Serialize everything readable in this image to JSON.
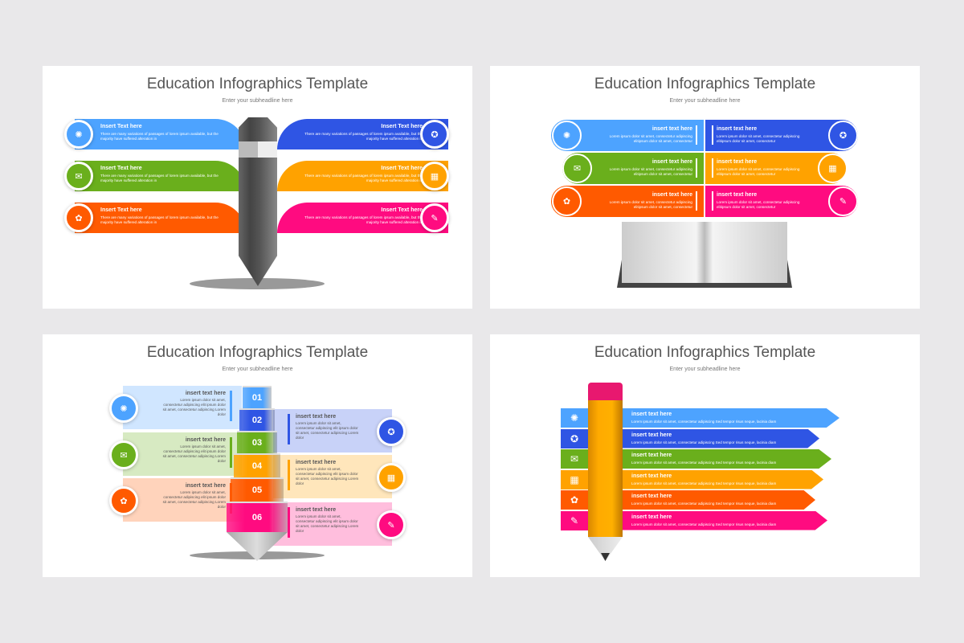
{
  "colors": {
    "light_blue": "#4da3ff",
    "blue": "#2f55e4",
    "green": "#6aaf1c",
    "amber": "#ffa200",
    "orange": "#ff5a00",
    "pink": "#ff0b80"
  },
  "slides": [
    {
      "title": "Education Infographics Template",
      "subtitle": "Enter your subheadline here",
      "items": [
        {
          "heading": "Insert Text here",
          "body": "There are many variations of passages of lorem ipsum available, but the majority have suffered alteration in",
          "icon": "gear-icon",
          "color": "#4da3ff"
        },
        {
          "heading": "Insert Text here",
          "body": "There are many variations of passages of lorem ipsum available, but the majority have suffered alteration in",
          "icon": "mail-icon",
          "color": "#6aaf1c"
        },
        {
          "heading": "Insert Text here",
          "body": "There are many variations of passages of lorem ipsum available, but the majority have suffered alteration in",
          "icon": "palette-icon",
          "color": "#ff5a00"
        },
        {
          "heading": "Insert Text here",
          "body": "There are many variations of passages of lorem ipsum available, but the majority have suffered alteration in",
          "icon": "lightbulb-icon",
          "color": "#2f55e4"
        },
        {
          "heading": "Insert Text here",
          "body": "There are many variations of passages of lorem ipsum available, but the majority have suffered alteration in",
          "icon": "calendar-icon",
          "color": "#ffa200"
        },
        {
          "heading": "Insert Text here",
          "body": "There are many variations of passages of lorem ipsum available, but the majority have suffered alteration in",
          "icon": "edit-icon",
          "color": "#ff0b80"
        }
      ]
    },
    {
      "title": "Education Infographics Template",
      "subtitle": "Enter your subheadline here",
      "items": [
        {
          "heading": "insert text here",
          "body": "Lorem ipsum dolor sit amet, consectetur adipiscing elitipsum dolor sit amet, consectetur",
          "icon": "gear-icon",
          "color": "#4da3ff"
        },
        {
          "heading": "insert text here",
          "body": "Lorem ipsum dolor sit amet, consectetur adipiscing elitipsum dolor sit amet, consectetur",
          "icon": "mail-icon",
          "color": "#6aaf1c"
        },
        {
          "heading": "insert text here",
          "body": "Lorem ipsum dolor sit amet, consectetur adipiscing elitipsum dolor sit amet, consectetur",
          "icon": "palette-icon",
          "color": "#ff5a00"
        },
        {
          "heading": "insert text here",
          "body": "Lorem ipsum dolor sit amet, consectetur adipiscing elitipsum dolor sit amet, consectetur",
          "icon": "lightbulb-icon",
          "color": "#2f55e4"
        },
        {
          "heading": "insert text here",
          "body": "Lorem ipsum dolor sit amet, consectetur adipiscing elitipsum dolor sit amet, consectetur",
          "icon": "calendar-icon",
          "color": "#ffa200"
        },
        {
          "heading": "insert text here",
          "body": "Lorem ipsum dolor sit amet, consectetur adipiscing elitipsum dolor sit amet, consectetur",
          "icon": "edit-icon",
          "color": "#ff0b80"
        }
      ]
    },
    {
      "title": "Education Infographics Template",
      "subtitle": "Enter your subheadline here",
      "numbers": [
        "01",
        "02",
        "03",
        "04",
        "05",
        "06"
      ],
      "items": [
        {
          "heading": "insert text here",
          "body": "Lorem ipsum dolor sit amet, consectetur adipiscing elit ipsum dolor sit amet, consectetur adipiscing Lorem dolor",
          "icon": "gear-icon",
          "color": "#4da3ff"
        },
        {
          "heading": "insert text here",
          "body": "Lorem ipsum dolor sit amet, consectetur adipiscing elit ipsum dolor sit amet, consectetur adipiscing Lorem dolor",
          "icon": "mail-icon",
          "color": "#6aaf1c"
        },
        {
          "heading": "insert text here",
          "body": "Lorem ipsum dolor sit amet, consectetur adipiscing elit ipsum dolor sit amet, consectetur adipiscing Lorem dolor",
          "icon": "palette-icon",
          "color": "#ff5a00"
        },
        {
          "heading": "insert text here",
          "body": "Lorem ipsum dolor sit amet, consectetur adipiscing elit ipsum dolor sit amet, consectetur adipiscing Lorem dolor",
          "icon": "lightbulb-icon",
          "color": "#2f55e4"
        },
        {
          "heading": "insert text here",
          "body": "Lorem ipsum dolor sit amet, consectetur adipiscing elit ipsum dolor sit amet, consectetur adipiscing Lorem dolor",
          "icon": "calendar-icon",
          "color": "#ffa200"
        },
        {
          "heading": "insert text here",
          "body": "Lorem ipsum dolor sit amet, consectetur adipiscing elit ipsum dolor sit amet, consectetur adipiscing Lorem dolor",
          "icon": "edit-icon",
          "color": "#ff0b80"
        }
      ]
    },
    {
      "title": "Education Infographics Template",
      "subtitle": "Enter your subheadline here",
      "items": [
        {
          "heading": "insert text here",
          "body": "Lorem ipsum dolor sit amet, consectetur adipiscing Sed tempor risus neque, lacinia diam",
          "icon": "gear-icon",
          "color": "#4da3ff"
        },
        {
          "heading": "insert text here",
          "body": "Lorem ipsum dolor sit amet, consectetur adipiscing Sed tempor risus neque, lacinia diam",
          "icon": "lightbulb-icon",
          "color": "#2f55e4"
        },
        {
          "heading": "insert text here",
          "body": "Lorem ipsum dolor sit amet, consectetur adipiscing Sed tempor risus neque, lacinia diam",
          "icon": "mail-icon",
          "color": "#6aaf1c"
        },
        {
          "heading": "insert text here",
          "body": "Lorem ipsum dolor sit amet, consectetur adipiscing Sed tempor risus neque, lacinia diam",
          "icon": "calendar-icon",
          "color": "#ffa200"
        },
        {
          "heading": "insert text here",
          "body": "Lorem ipsum dolor sit amet, consectetur adipiscing Sed tempor risus neque, lacinia diam",
          "icon": "palette-icon",
          "color": "#ff5a00"
        },
        {
          "heading": "insert text here",
          "body": "Lorem ipsum dolor sit amet, consectetur adipiscing Sed tempor risus neque, lacinia diam",
          "icon": "edit-icon",
          "color": "#ff0b80"
        }
      ]
    }
  ]
}
